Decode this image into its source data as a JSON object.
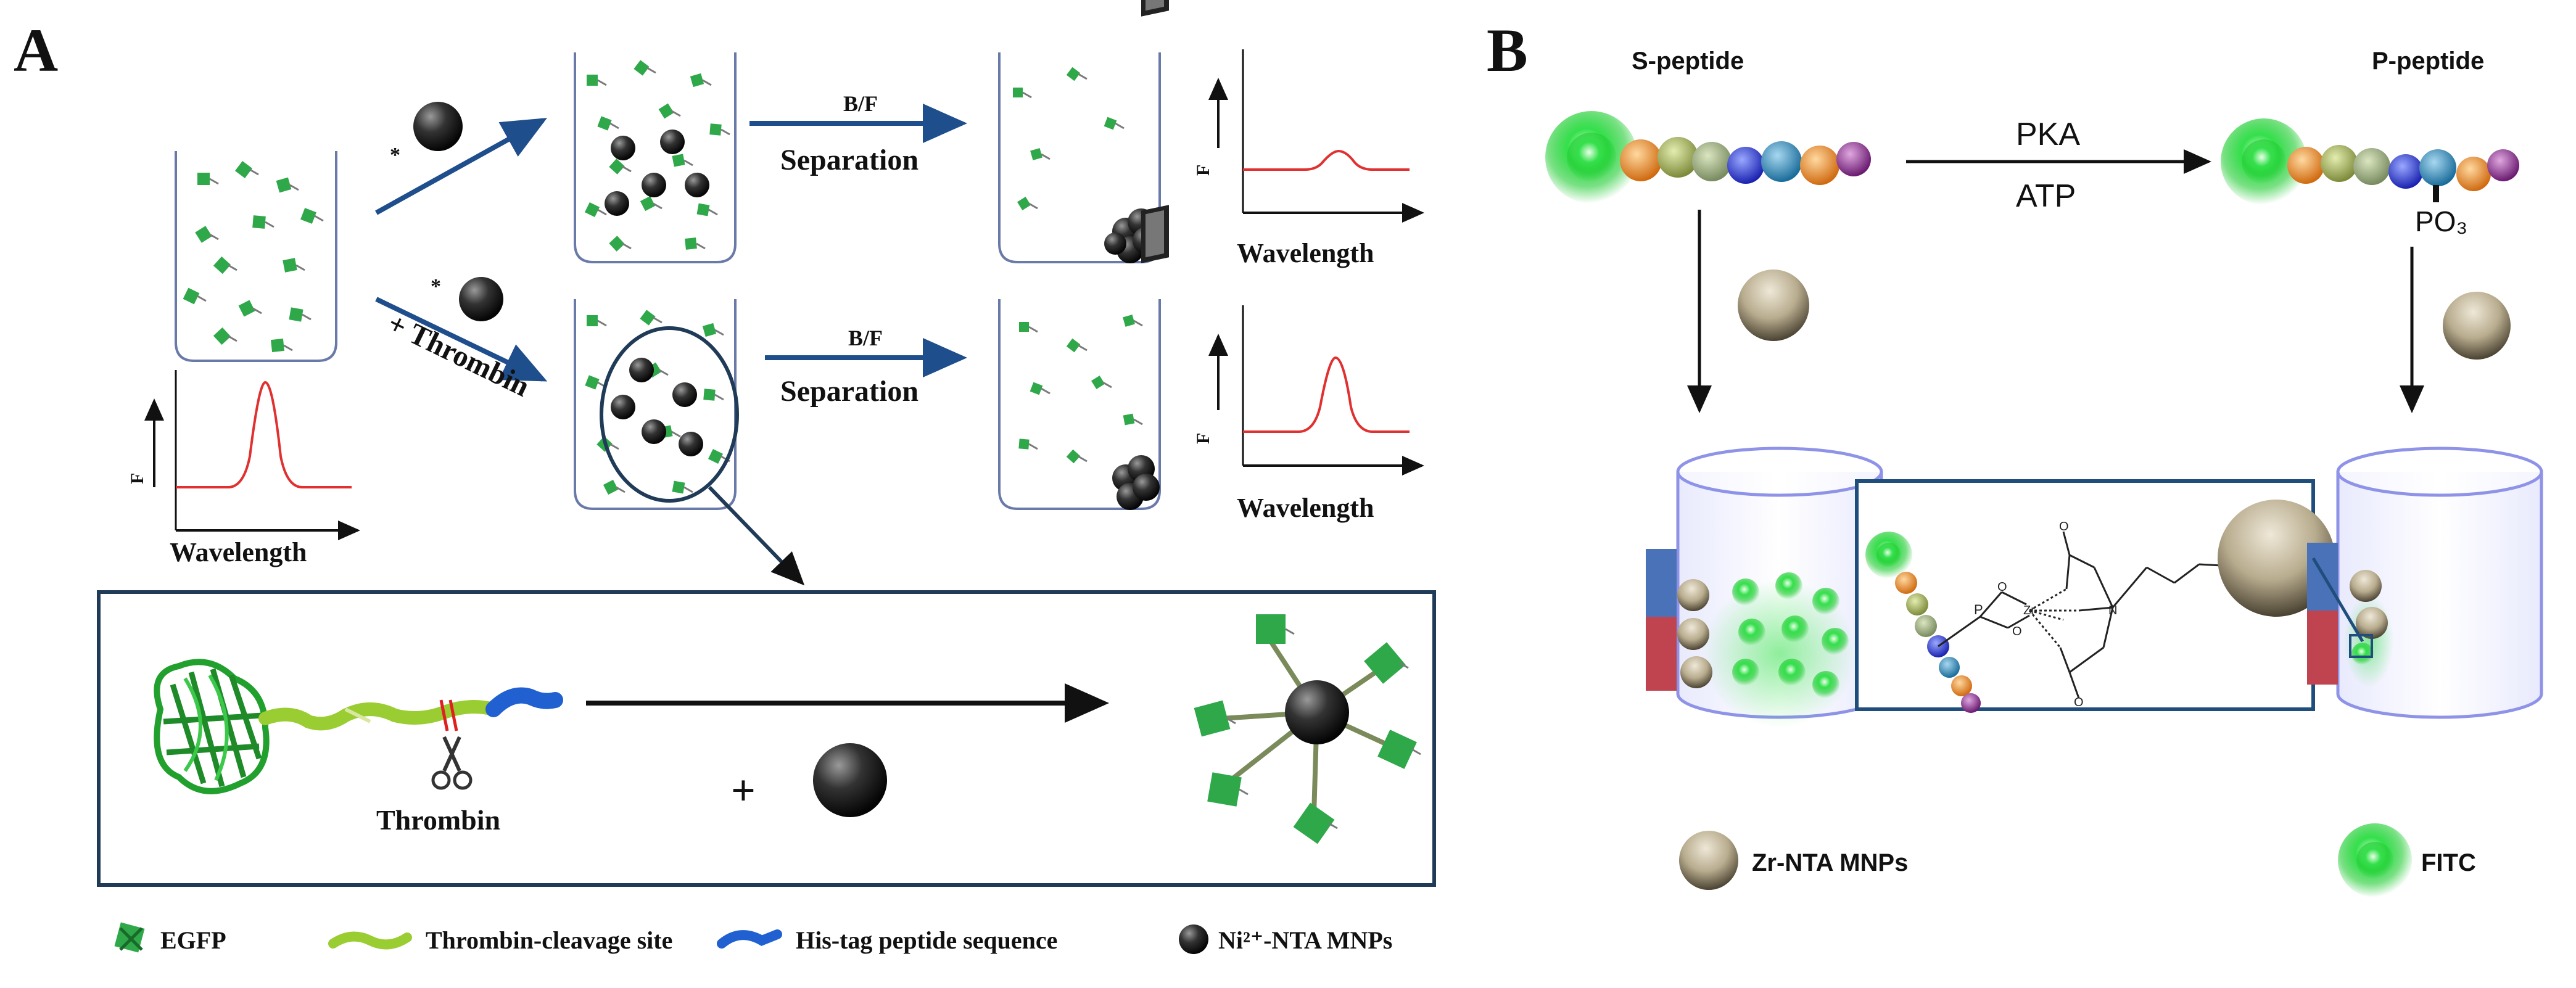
{
  "panel_a": {
    "label": "A",
    "step1_arrow_label": "*",
    "step2_arrow_label_plus": "*",
    "step2_arrow_label_thrombin": "+ Thrombin",
    "bf_top": "B/F",
    "separation_top": "Separation",
    "bf_bottom": "B/F",
    "separation_bottom": "Separation",
    "wavelength_left": "Wavelength",
    "wavelength_top_right": "Wavelength",
    "wavelength_bottom_right": "Wavelength",
    "axis_f": "F",
    "inset": {
      "thrombin_label": "Thrombin",
      "plus_label": "+"
    },
    "legend": [
      {
        "label": "EGFP",
        "icon": "egfp-protein-icon"
      },
      {
        "label": "Thrombin-cleavage site",
        "icon": "thrombin-cleavage-site-icon"
      },
      {
        "label": "His-tag peptide sequence",
        "icon": "his-tag-icon"
      },
      {
        "label": "Ni²⁺-NTA MNPs",
        "icon": "ni-nta-mnp-icon"
      }
    ],
    "colors": {
      "arrow_blue": "#1f4e8c",
      "signal_red": "#e03030",
      "protein_green": "#2fa84a",
      "inset_border": "#1f3b57"
    }
  },
  "panel_b": {
    "label": "B",
    "s_peptide": "S-peptide",
    "p_peptide": "P-peptide",
    "enzyme": "PKA",
    "cofactor": "ATP",
    "phosphate": "PO₃",
    "legend": [
      {
        "label": "Zr-NTA MNPs",
        "icon": "zr-nta-mnp-icon"
      },
      {
        "label": "FITC",
        "icon": "fitc-icon"
      }
    ],
    "colors": {
      "fitc_green": "#22dd33",
      "mnp_tan": "#a89a7a",
      "tube_blue": "#8e93e8"
    }
  }
}
